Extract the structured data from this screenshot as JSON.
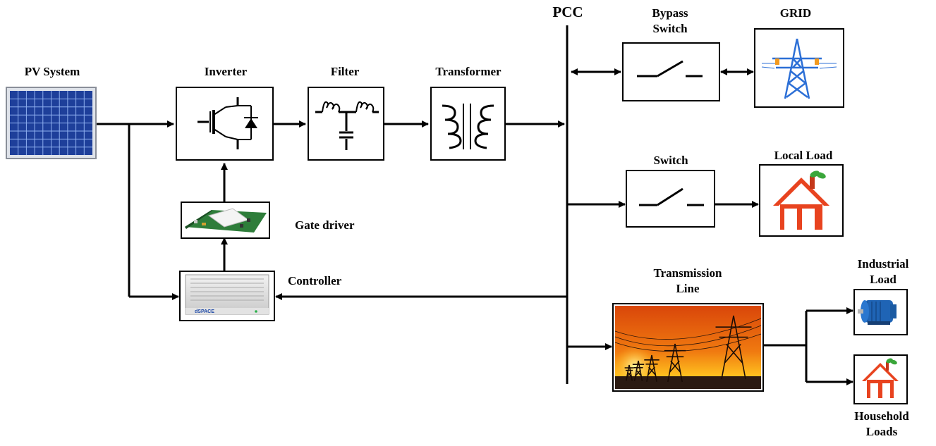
{
  "labels": {
    "pv_system": "PV System",
    "inverter": "Inverter",
    "filter": "Filter",
    "transformer": "Transformer",
    "pcc": "PCC",
    "bypass_switch": [
      "Bypass",
      "Switch"
    ],
    "grid": "GRID",
    "switch": "Switch",
    "local_load": "Local Load",
    "gate_driver": "Gate driver",
    "controller": "Controller",
    "controller_brand": "dSPACE",
    "transmission_line": [
      "Transmission",
      "Line"
    ],
    "industrial_load": [
      "Industrial",
      "Load"
    ],
    "household_loads": [
      "Household",
      "Loads"
    ]
  },
  "icons": {
    "pv": "solar-panel-icon",
    "inverter": "igbt-diode-icon",
    "filter": "lc-filter-icon",
    "transformer": "transformer-coils-icon",
    "bypass_switch": "switch-icon",
    "grid": "transmission-tower-icon",
    "switch": "switch-icon",
    "local_load": "house-icon",
    "gate_driver": "circuit-board-icon",
    "controller": "rack-unit-icon",
    "transmission_line": "sunset-power-lines-icon",
    "industrial_load": "electric-motor-icon",
    "household_loads": "house-icon"
  },
  "colors": {
    "line": "#000000",
    "solar": "#1e3f9a",
    "grid_tower": "#2c6fd6",
    "house": "#e8431f",
    "roof_leaf": "#3aa63a",
    "sunset_top": "#e85a0c",
    "sunset_mid": "#ffb21a",
    "motor": "#1f64b5"
  }
}
